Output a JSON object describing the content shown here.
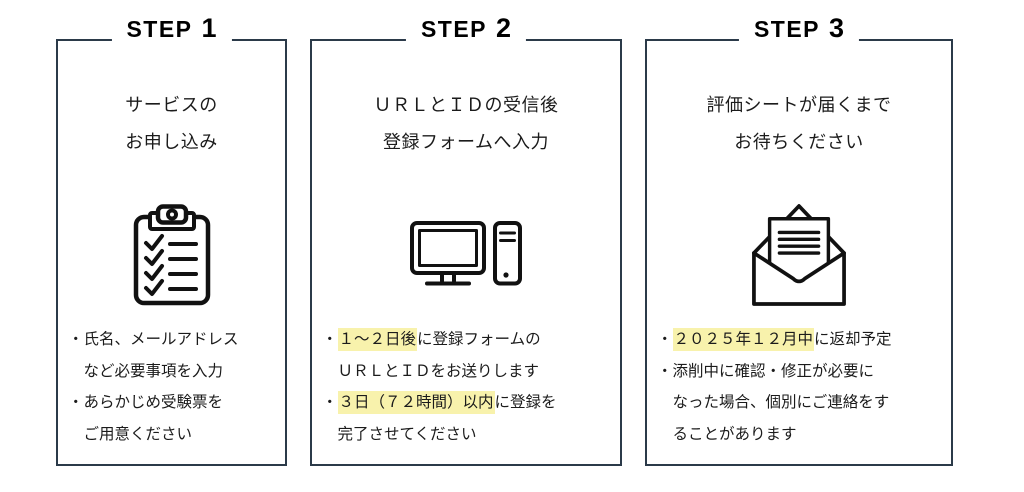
{
  "colors": {
    "card_border": "#2b3a49",
    "highlight": "#f8f2ac",
    "text": "#1b1b1b",
    "step_label": "#000000",
    "background": "#ffffff"
  },
  "steps": [
    {
      "label": "STEP",
      "number": "1",
      "title_lines": [
        "サービスの",
        "お申し込み"
      ],
      "icon": "clipboard-checklist-icon",
      "bullets": [
        {
          "pre": "・氏名、メールアドレス"
        },
        {
          "pre": "など必要事項を入力"
        },
        {
          "pre": "・あらかじめ受験票を"
        },
        {
          "pre": "ご用意ください"
        }
      ]
    },
    {
      "label": "STEP",
      "number": "2",
      "title_lines": [
        "ＵＲＬとＩＤの受信後",
        "登録フォームへ入力"
      ],
      "icon": "desktop-computer-icon",
      "bullets": [
        {
          "pre": "・",
          "hl": "１～２日後",
          "post": "に登録フォームの"
        },
        {
          "pre": "ＵＲＬとＩＤをお送りします"
        },
        {
          "pre": "・",
          "hl": "３日（７２時間）以内",
          "post": "に登録を"
        },
        {
          "pre": "完了させてください"
        }
      ]
    },
    {
      "label": "STEP",
      "number": "3",
      "title_lines": [
        "評価シートが届くまで",
        "お待ちください"
      ],
      "icon": "open-envelope-icon",
      "bullets": [
        {
          "pre": "・",
          "hl": "２０２５年１２月中",
          "post": "に返却予定"
        },
        {
          "pre": "・添削中に確認・修正が必要に"
        },
        {
          "pre": "なった場合、個別にご連絡をす"
        },
        {
          "pre": "ることがあります"
        }
      ]
    }
  ]
}
